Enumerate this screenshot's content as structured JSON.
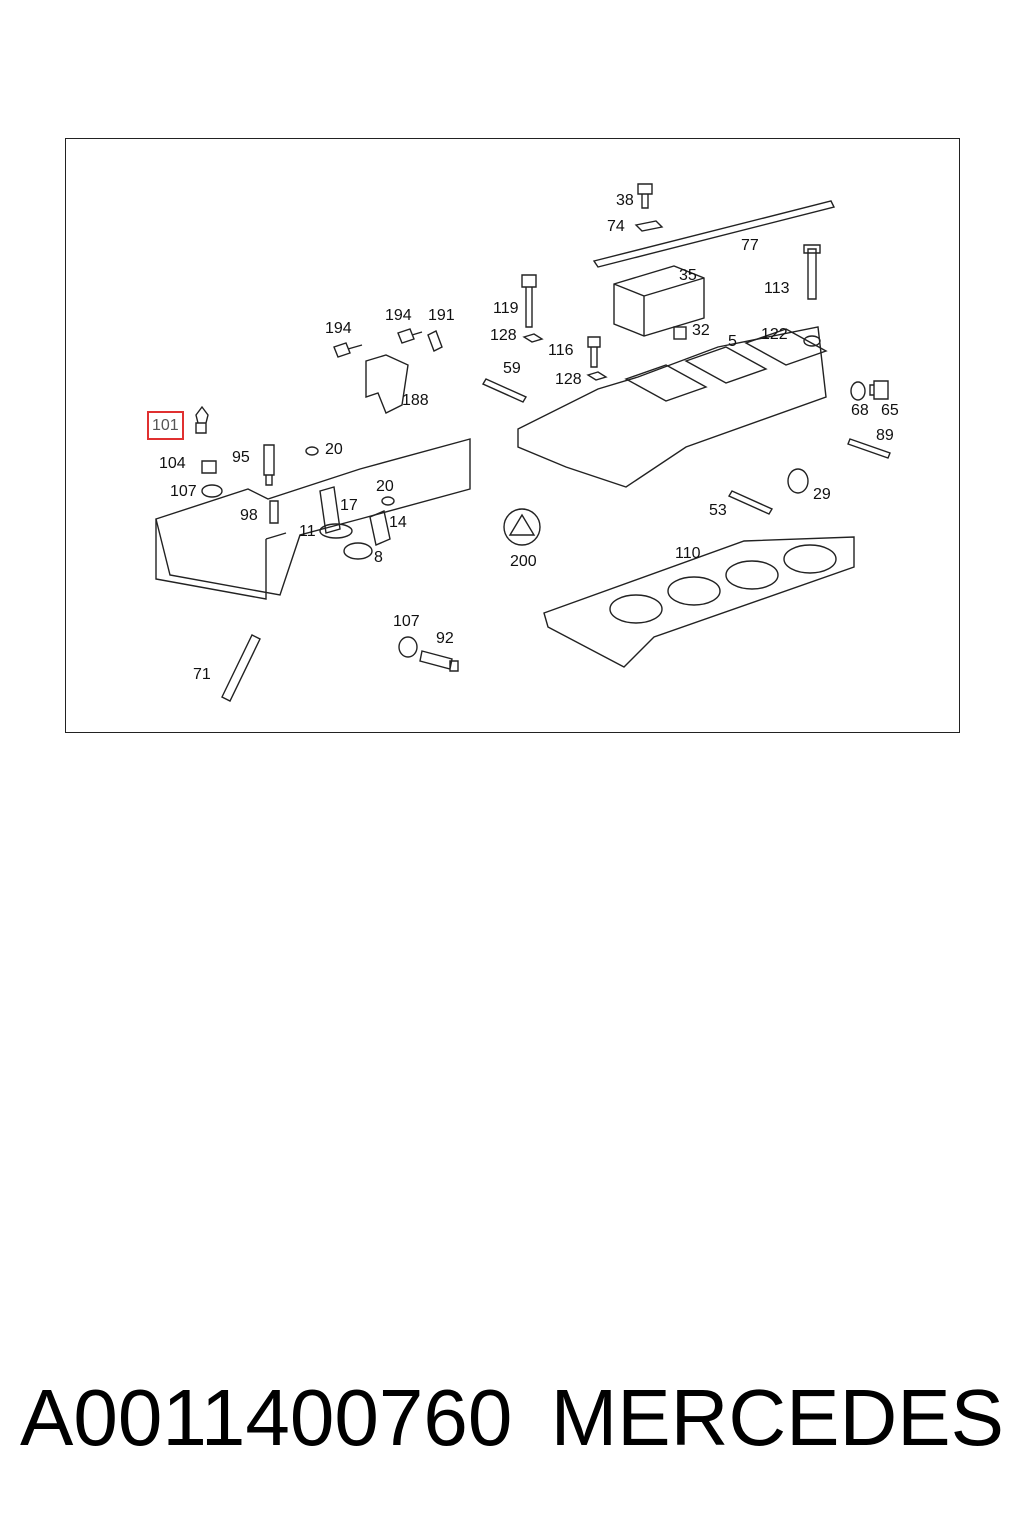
{
  "diagram": {
    "highlighted_callout": "101",
    "callouts": [
      {
        "id": "c38",
        "label": "38"
      },
      {
        "id": "c74",
        "label": "74"
      },
      {
        "id": "c77",
        "label": "77"
      },
      {
        "id": "c35",
        "label": "35"
      },
      {
        "id": "c113",
        "label": "113"
      },
      {
        "id": "c119",
        "label": "119"
      },
      {
        "id": "c194a",
        "label": "194"
      },
      {
        "id": "c194b",
        "label": "194"
      },
      {
        "id": "c191",
        "label": "191"
      },
      {
        "id": "c128a",
        "label": "128"
      },
      {
        "id": "c32",
        "label": "32"
      },
      {
        "id": "c122",
        "label": "122"
      },
      {
        "id": "c5",
        "label": "5"
      },
      {
        "id": "c116",
        "label": "116"
      },
      {
        "id": "c59",
        "label": "59"
      },
      {
        "id": "c128b",
        "label": "128"
      },
      {
        "id": "c188",
        "label": "188"
      },
      {
        "id": "c68",
        "label": "68"
      },
      {
        "id": "c65",
        "label": "65"
      },
      {
        "id": "c101",
        "label": "101"
      },
      {
        "id": "c89",
        "label": "89"
      },
      {
        "id": "c104",
        "label": "104"
      },
      {
        "id": "c95",
        "label": "95"
      },
      {
        "id": "c20a",
        "label": "20"
      },
      {
        "id": "c107a",
        "label": "107"
      },
      {
        "id": "c20b",
        "label": "20"
      },
      {
        "id": "c17",
        "label": "17"
      },
      {
        "id": "c98",
        "label": "98"
      },
      {
        "id": "c29",
        "label": "29"
      },
      {
        "id": "c14",
        "label": "14"
      },
      {
        "id": "c53",
        "label": "53"
      },
      {
        "id": "c11",
        "label": "11"
      },
      {
        "id": "c8",
        "label": "8"
      },
      {
        "id": "c200",
        "label": "200"
      },
      {
        "id": "c110",
        "label": "110"
      },
      {
        "id": "c107b",
        "label": "107"
      },
      {
        "id": "c92",
        "label": "92"
      },
      {
        "id": "c71",
        "label": "71"
      }
    ]
  },
  "footer": {
    "part_number": "A0011400760",
    "brand": "MERCEDES"
  },
  "colors": {
    "highlight_border": "#e03030",
    "line": "#222222"
  }
}
